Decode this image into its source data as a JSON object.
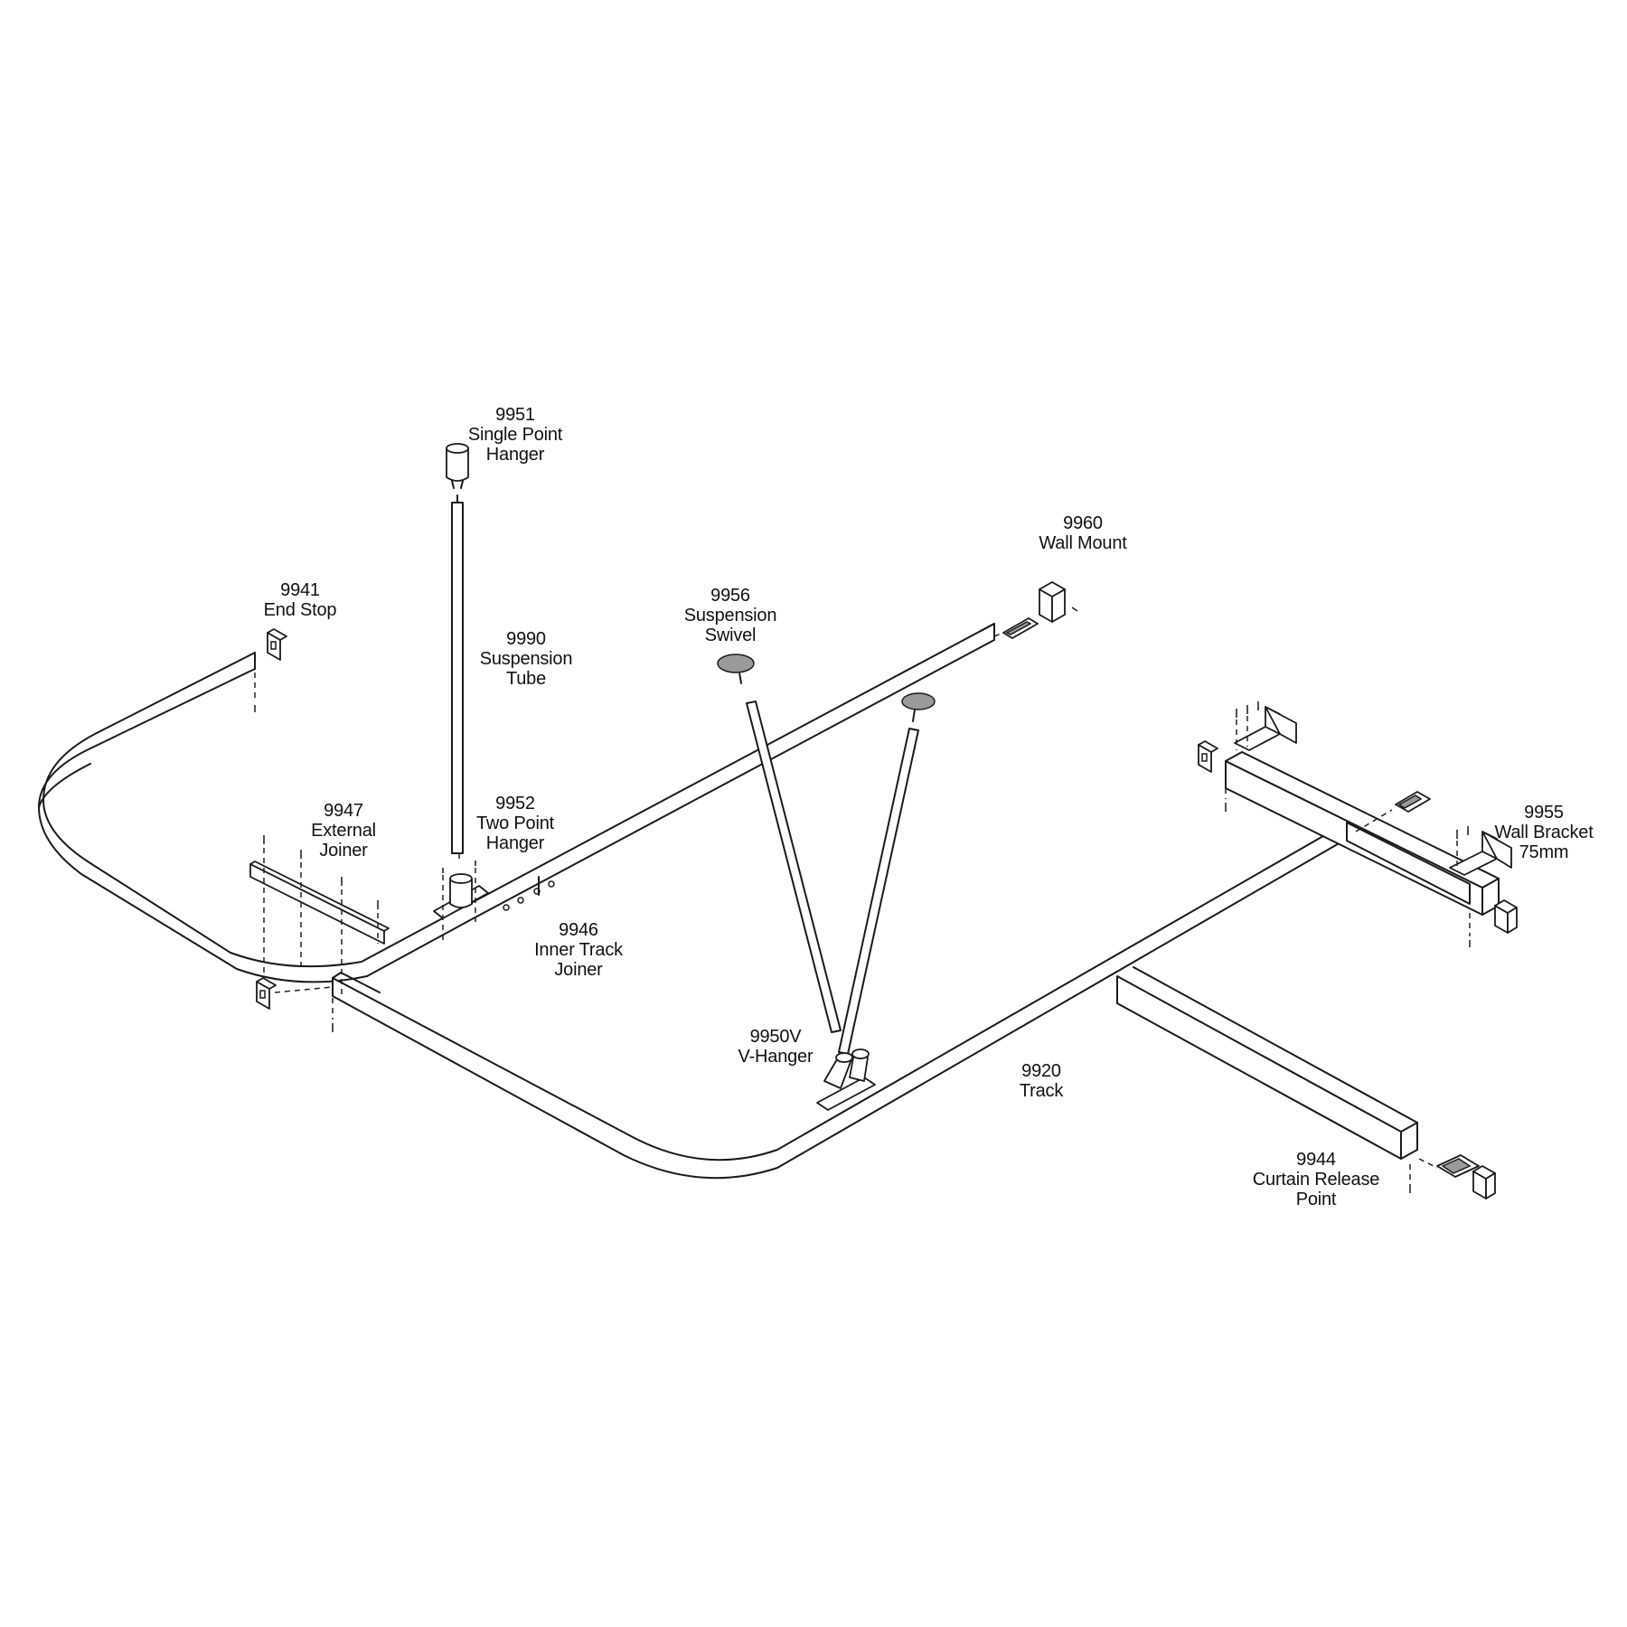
{
  "labels": {
    "p9951": {
      "code": "9951",
      "name_1": "Single Point",
      "name_2": "Hanger"
    },
    "p9960": {
      "code": "9960",
      "name_1": "Wall Mount"
    },
    "p9941": {
      "code": "9941",
      "name_1": "End Stop"
    },
    "p9956": {
      "code": "9956",
      "name_1": "Suspension",
      "name_2": "Swivel"
    },
    "p9990": {
      "code": "9990",
      "name_1": "Suspension",
      "name_2": "Tube"
    },
    "p9947": {
      "code": "9947",
      "name_1": "External",
      "name_2": "Joiner"
    },
    "p9952": {
      "code": "9952",
      "name_1": "Two Point",
      "name_2": "Hanger"
    },
    "p9955": {
      "code": "9955",
      "name_1": "Wall Bracket",
      "name_2": "75mm"
    },
    "p9946": {
      "code": "9946",
      "name_1": "Inner Track",
      "name_2": "Joiner"
    },
    "p9950V": {
      "code": "9950V",
      "name_1": "V-Hanger"
    },
    "p9920": {
      "code": "9920",
      "name_1": "Track"
    },
    "p9944": {
      "code": "9944",
      "name_1": "Curtain Release",
      "name_2": "Point"
    }
  }
}
